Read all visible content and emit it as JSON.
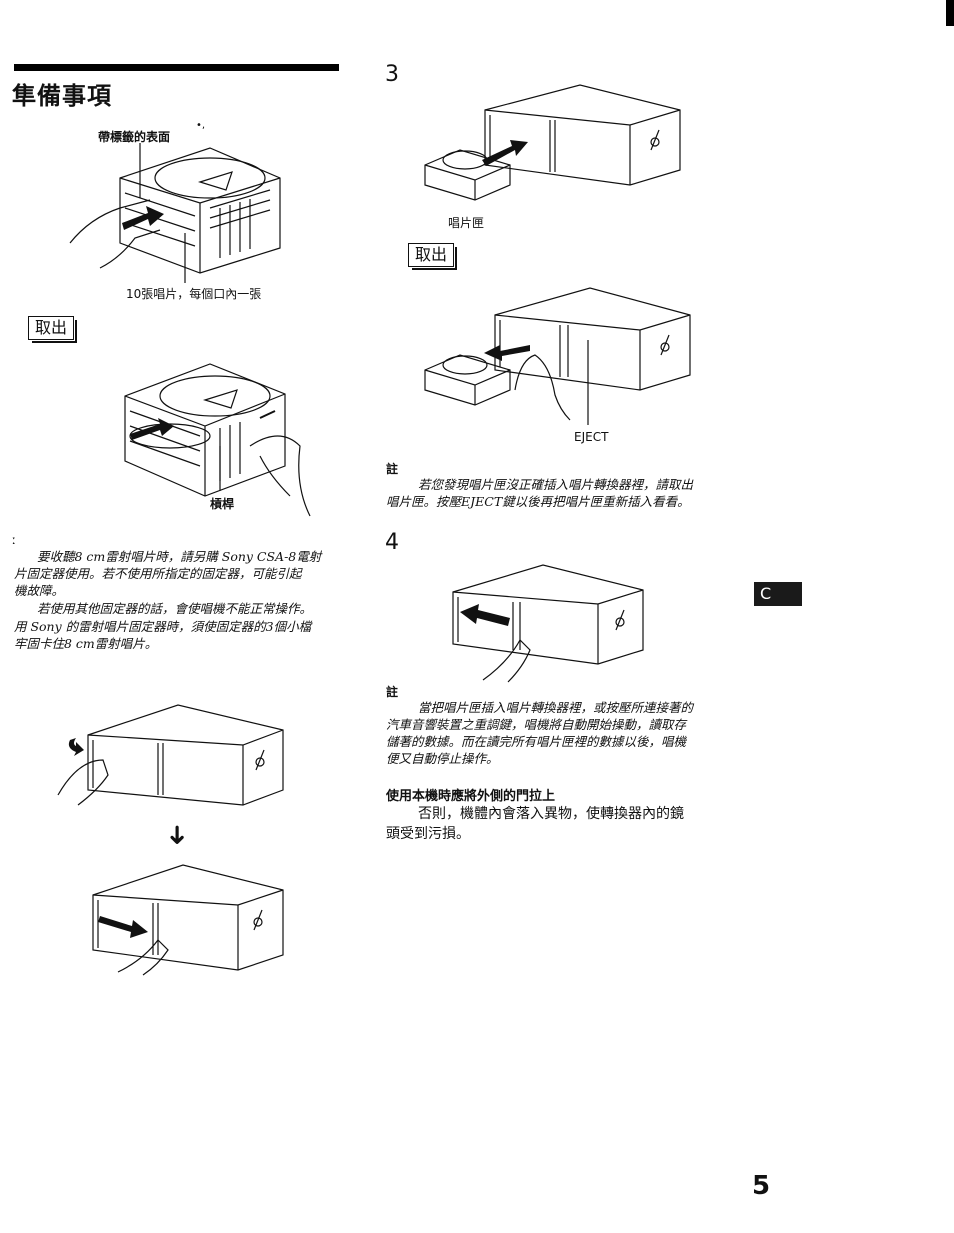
{
  "heading": {
    "title": "隼備事項"
  },
  "left": {
    "label_surface": "帶標籤的表面",
    "label_discs": "10張唱片，每個口內一張",
    "remove_label": "取出",
    "label_lever": "槓桿",
    "note_mark": "ː",
    "note_lines": [
      "要收聽8 cm雷射唱片時，請另購 Sony CSA-8電射",
      "片固定器使用。若不使用所指定的固定器，可能引起",
      "機故障。",
      "若使用其他固定器的話，會使唱機不能正常操作。",
      "用 Sony 的雷射唱片固定器時，須使固定器的3個小檔",
      "牢固卡住8 cm雷射唱片。"
    ],
    "arrow_down": "➜"
  },
  "right": {
    "step3": "3",
    "label_magazine": "唱片匣",
    "remove_label": "取出",
    "label_eject": "EJECT",
    "note_title_1": "註",
    "note1_lines": [
      "若您發現唱片匣沒正確插入唱片轉換器裡，請取出",
      "唱片匣。按壓EJECT鍵以後再把唱片匣重新插入看看。"
    ],
    "step4": "4",
    "note_title_2": "註",
    "note2_lines": [
      "當把唱片匣插入唱片轉換器裡，或按壓所連接著的",
      "汽車音響裝置之重調鍵，唱機將自動開始操動，讀取存",
      "儲著的數據。而在讀完所有唱片匣裡的數據以後，唱機",
      "便又自動停止操作。"
    ],
    "door_heading": "使用本機時應將外側的門拉上",
    "door_lines": [
      "否則，機體內會落入異物，使轉換器內的鏡",
      "頭受到污損。"
    ]
  },
  "tab": {
    "text": "C"
  },
  "page_number": "5"
}
